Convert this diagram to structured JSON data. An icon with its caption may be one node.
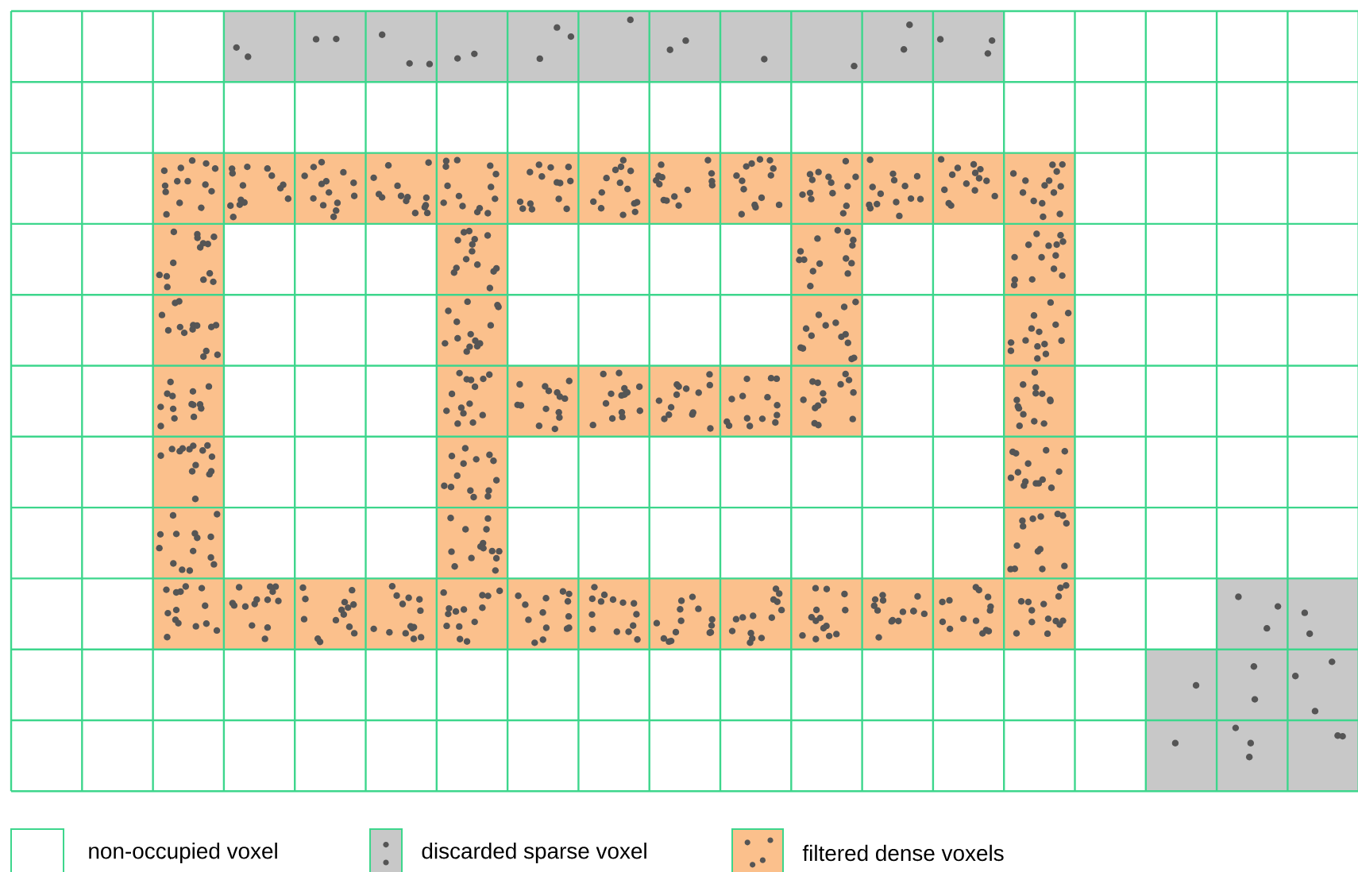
{
  "diagram": {
    "legend": [
      {
        "text": "non-occupied voxel"
      },
      {
        "text": "discarded sparse voxel",
        "color": "#c8c8c8"
      },
      {
        "text": "filtered dense voxels",
        "color": "#fbc08c"
      }
    ]
  }
}
